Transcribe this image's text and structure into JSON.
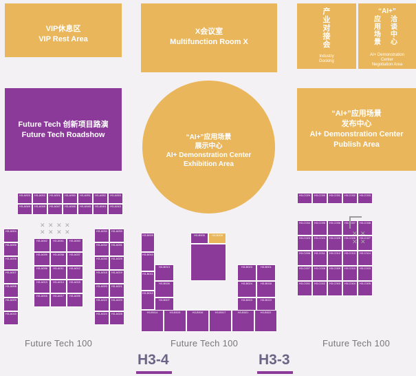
{
  "zones": {
    "vip": {
      "cn": "VIP休息区",
      "en": "VIP Rest Area"
    },
    "room_x": {
      "cn": "X会议室",
      "en": "Multifunction Room X"
    },
    "industry_docking": {
      "cn_chars": [
        "产",
        "业",
        "对",
        "接",
        "会"
      ],
      "en_lines": [
        "Industry",
        "Docking"
      ]
    },
    "negotiation": {
      "cn_head": "“AI+”",
      "cn_chars": [
        "应",
        "用",
        "场",
        "景"
      ],
      "cn_chars2": [
        "洽",
        "谈",
        "中",
        "心"
      ],
      "en_lines": [
        "AI+ Demonstration",
        "Center",
        "Negotiation Area"
      ]
    },
    "roadshow": {
      "cn": "Future Tech 创新项目路演",
      "en": "Future Tech Roadshow"
    },
    "exhibition": {
      "cn1": "“AI+”应用场景",
      "cn2": "展示中心",
      "en1": "AI+ Demonstration Center",
      "en2": "Exhibition Area"
    },
    "publish": {
      "cn1": "“AI+”应用场景",
      "cn2": "发布中心",
      "en1": "AI+ Demonstration Center",
      "en2": "Publish Area"
    }
  },
  "booths": {
    "left": [
      "H3-A003",
      "H3-A002",
      "H3-A001",
      "H3-A050",
      "H3-A051",
      "H3-A052",
      "H3-A053",
      "H3-A049",
      "H3-A048",
      "H3-A047",
      "H3-A046",
      "H3-A045",
      "H3-A044",
      "H3-A043",
      "H3-A004",
      "H3-A005",
      "H3-A006",
      "H3-A007",
      "H3-A008",
      "H3-A009",
      "H3-A010",
      "H3-A042",
      "H3-A041",
      "H3-A040",
      "H3-A039",
      "H3-A038",
      "H3-A037",
      "H3-A036",
      "H3-A011",
      "H3-A012",
      "H3-A013",
      "H3-A014",
      "H3-A015",
      "H3-A016",
      "H3-A017",
      "H3-A035",
      "H3-A034",
      "H3-A033",
      "H3-A032",
      "H3-A031",
      "H3-A030",
      "H3-A029",
      "H3-A018",
      "H3-A019",
      "H3-A020",
      "H3-A021",
      "H3-A022",
      "H3-A023",
      "H3-A024",
      "H3-A028",
      "H3-A027",
      "H3-A026",
      "H3-A025",
      "H3-A024",
      "H3-A023",
      "H3-A022"
    ],
    "center": [
      "H3-B009",
      "H3-B010",
      "H3-B011",
      "H3-B012",
      "H3-B013",
      "H3-B026",
      "H3-B007",
      "H3-B006",
      "H3-B005",
      "H3-B004",
      "H3-B023",
      "H3-B024",
      "H3-B003",
      "H3-B002",
      "H3-B001",
      "H3-B018",
      "H3-B019",
      "H3-B020",
      "H3-B014",
      "H3-B015",
      "H3-B016",
      "H3-B017",
      "H3-B021",
      "H3-B022"
    ],
    "right": [
      "H3-C029",
      "H3-C030",
      "H3-C031",
      "H3-C032",
      "H3-C033",
      "H3-C034",
      "H3-C035",
      "H3-C036",
      "H3-C037",
      "H3-C038",
      "H3-C023",
      "H3-C024",
      "H3-C025",
      "H3-C026",
      "H3-C027",
      "H3-C006",
      "H3-C011",
      "H3-C012",
      "H3-C013",
      "H3-C014",
      "H3-C007",
      "H3-C008",
      "H3-C009",
      "H3-C010",
      "H3-C015",
      "H3-C001",
      "H3-C002",
      "H3-C003",
      "H3-C004",
      "H3-C005"
    ],
    "center_sponsor": "H3-B008"
  },
  "labels": {
    "future_tech_left": "Future Tech 100",
    "future_tech_center": "Future Tech 100",
    "future_tech_right": "Future Tech 100",
    "hall_left": "H3-4",
    "hall_right": "H3-3"
  },
  "colors": {
    "gold": "#e9b65b",
    "purple": "#8b3a9a",
    "background": "#f3f1f3"
  }
}
